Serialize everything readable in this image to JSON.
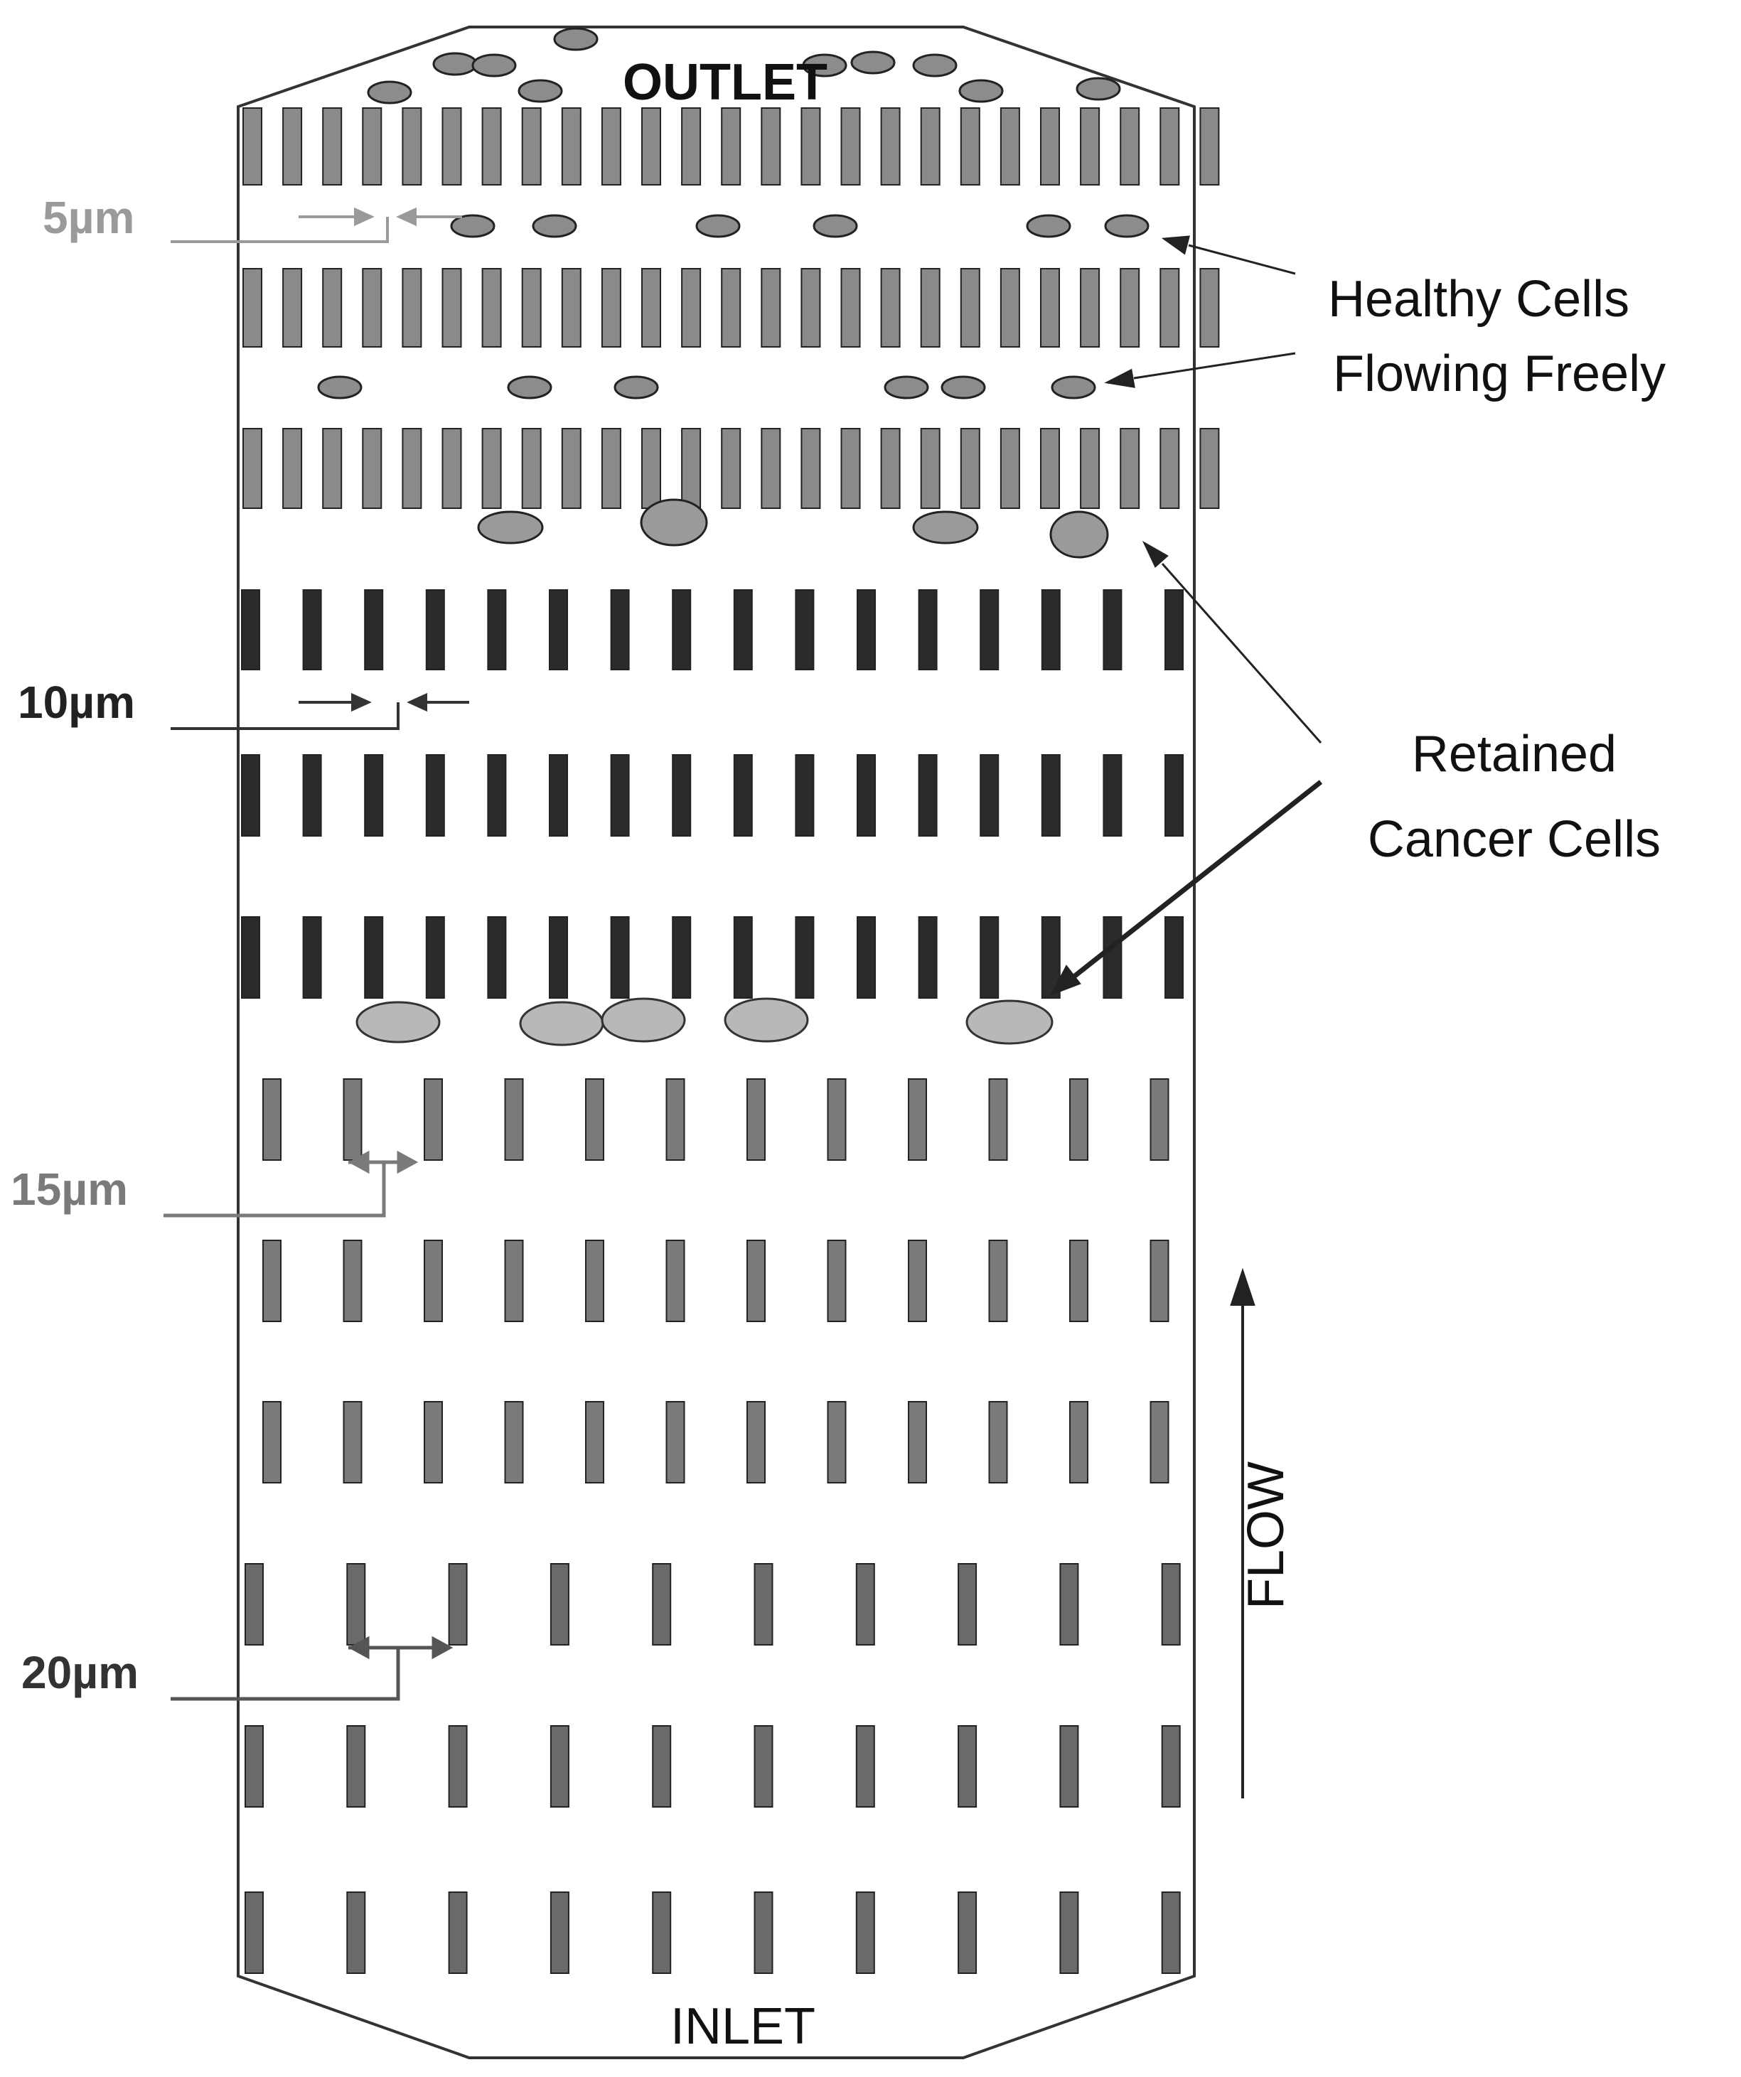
{
  "labels": {
    "outlet": "OUTLET",
    "inlet": "INLET",
    "flow": "FLOW",
    "healthy_line1": "Healthy Cells",
    "healthy_line2": "Flowing Freely",
    "cancer_line1": "Retained",
    "cancer_line2": "Cancer Cells"
  },
  "gap_labels": [
    "5µm",
    "10µm",
    "15µm",
    "20µm"
  ],
  "colors": {
    "outline": "#333333",
    "pillar_5um": "#8a8a8a",
    "pillar_10um": "#2b2b2b",
    "pillar_15um": "#7a7a7a",
    "pillar_20um": "#6a6a6a",
    "label_5um": "#9a9a9a",
    "label_15um": "#7a7a7a",
    "label_dark": "#222222",
    "healthy_cell": "#8c8c8c",
    "cancer_cell": "#b8b8b8"
  }
}
